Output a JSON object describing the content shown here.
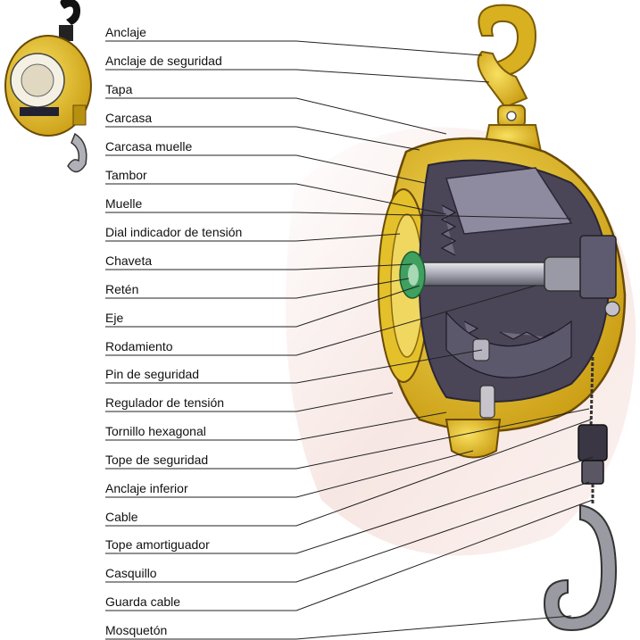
{
  "labels": [
    "Anclaje",
    "Anclaje de seguridad",
    "Tapa",
    "Carcasa",
    "Carcasa muelle",
    "Tambor",
    "Muelle",
    "Dial indicador de tensión",
    "Chaveta",
    "Retén",
    "Eje",
    "Rodamiento",
    "Pin de seguridad",
    "Regulador de tensión",
    "Tornillo hexagonal",
    "Tope de seguridad",
    "Anclaje inferior",
    "Cable",
    "Tope amortiguador",
    "Casquillo",
    "Guarda cable",
    "Mosquetón"
  ],
  "colors": {
    "housing": "#e8c020",
    "housing_dark": "#b08a10",
    "interior": "#4a4658",
    "interior_light": "#9a96a8",
    "seal": "#3fa060",
    "hook": "#8a8a90",
    "background_wash": "#f3dcd8",
    "leader_line": "#222222"
  },
  "product_photo": {
    "icon": "balancer-thumbnail-icon"
  }
}
